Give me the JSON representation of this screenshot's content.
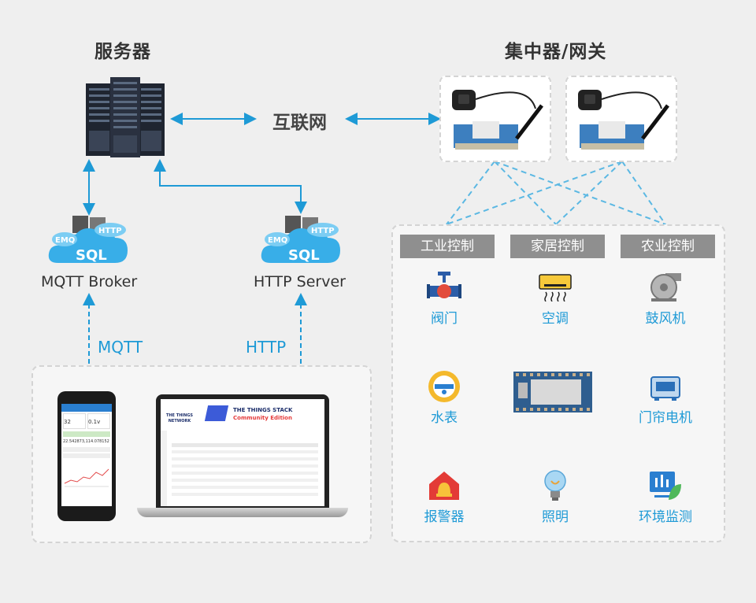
{
  "server": {
    "title": "服务器"
  },
  "internet": {
    "label": "互联网"
  },
  "gateway": {
    "title": "集中器/网关"
  },
  "brokers": [
    {
      "label": "MQTT Broker",
      "tag_emq": "EMQ",
      "tag_http": "HTTP",
      "tag_sql": "SQL"
    },
    {
      "label": "HTTP Server",
      "tag_emq": "EMQ",
      "tag_http": "HTTP",
      "tag_sql": "SQL"
    }
  ],
  "protocols": {
    "mqtt": "MQTT",
    "http": "HTTP"
  },
  "categories": [
    "工业控制",
    "家居控制",
    "农业控制"
  ],
  "devices": {
    "valve": "阀门",
    "ac": "空调",
    "blower": "鼓风机",
    "water_meter": "水表",
    "curtain_motor": "门帘电机",
    "alarm": "报警器",
    "lighting": "照明",
    "environment": "环境监测"
  },
  "laptop": {
    "brand_line1": "THE THINGS",
    "brand_line2": "NETWORK",
    "stack_title": "THE THINGS STACK",
    "stack_sub": "Community Edition"
  },
  "phone": {
    "values": [
      "32",
      "0.1v",
      "22.542873,114.078152"
    ]
  },
  "colors": {
    "accent": "#1e9ad6",
    "tab": "#8f8f8f"
  }
}
